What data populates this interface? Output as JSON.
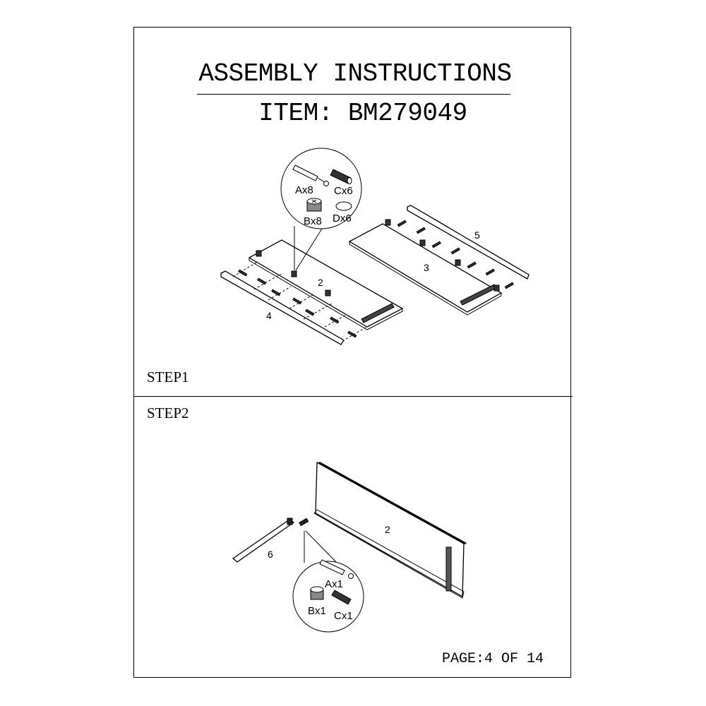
{
  "header": {
    "title": "ASSEMBLY INSTRUCTIONS",
    "item": "ITEM: BM279049"
  },
  "step1": {
    "label": "STEP1",
    "hardware": {
      "a": "Ax8",
      "b": "Bx8",
      "c": "Cx6",
      "d": "Dx6"
    },
    "parts": {
      "panel_left": "2",
      "panel_right": "3",
      "rail_left": "4",
      "rail_right": "5"
    }
  },
  "step2": {
    "label": "STEP2",
    "hardware": {
      "a": "Ax1",
      "b": "Bx1",
      "c": "Cx1"
    },
    "parts": {
      "panel": "2",
      "rail": "6"
    }
  },
  "footer": {
    "page": "PAGE:4 OF 14"
  }
}
